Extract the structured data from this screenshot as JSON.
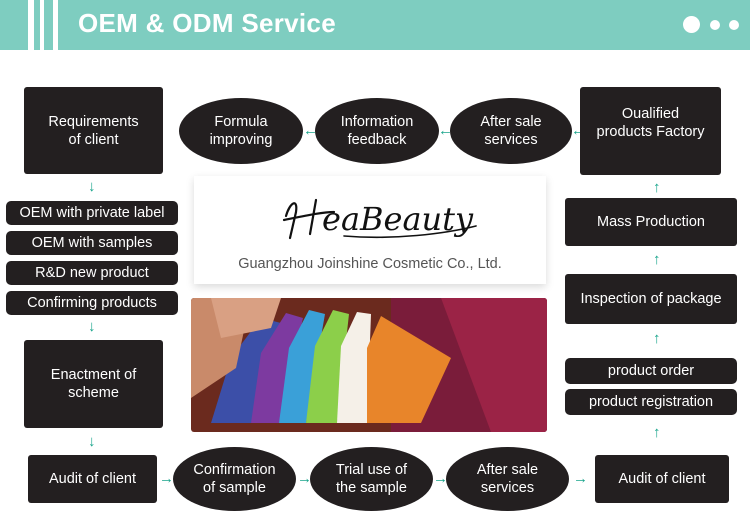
{
  "header": {
    "title": "OEM & ODM Service",
    "color": "#7ecdc0"
  },
  "steps": {
    "requirements": "Requirements\nof client",
    "formula": "Formula\nimproving",
    "info_feedback": "Information\nfeedback",
    "after_sale_top": "After sale\nservices",
    "qualified": "Oualified\nproducts Factory",
    "options": [
      "OEM with private label",
      "OEM with samples",
      "R&D new product",
      "Confirming products"
    ],
    "enactment": "Enactment of\nscheme",
    "audit_left": "Audit of client",
    "confirmation": "Confirmation\nof sample",
    "trial": "Trial use of\nthe sample",
    "after_sale_bottom": "After sale\nservices",
    "audit_right": "Audit of client",
    "mass_production": "Mass Production",
    "inspection": "Inspection of package",
    "product_order": "product order",
    "product_registration": "product registration"
  },
  "logo": {
    "brand": "HeaBeauty",
    "company": "Guangzhou Joinshine Cosmetic Co., Ltd."
  },
  "colors": {
    "box": "#231f20",
    "arrow": "#1aa58c"
  },
  "icons": {
    "arrow_right": "→",
    "arrow_left": "←",
    "arrow_up": "↑",
    "arrow_down": "↓"
  }
}
